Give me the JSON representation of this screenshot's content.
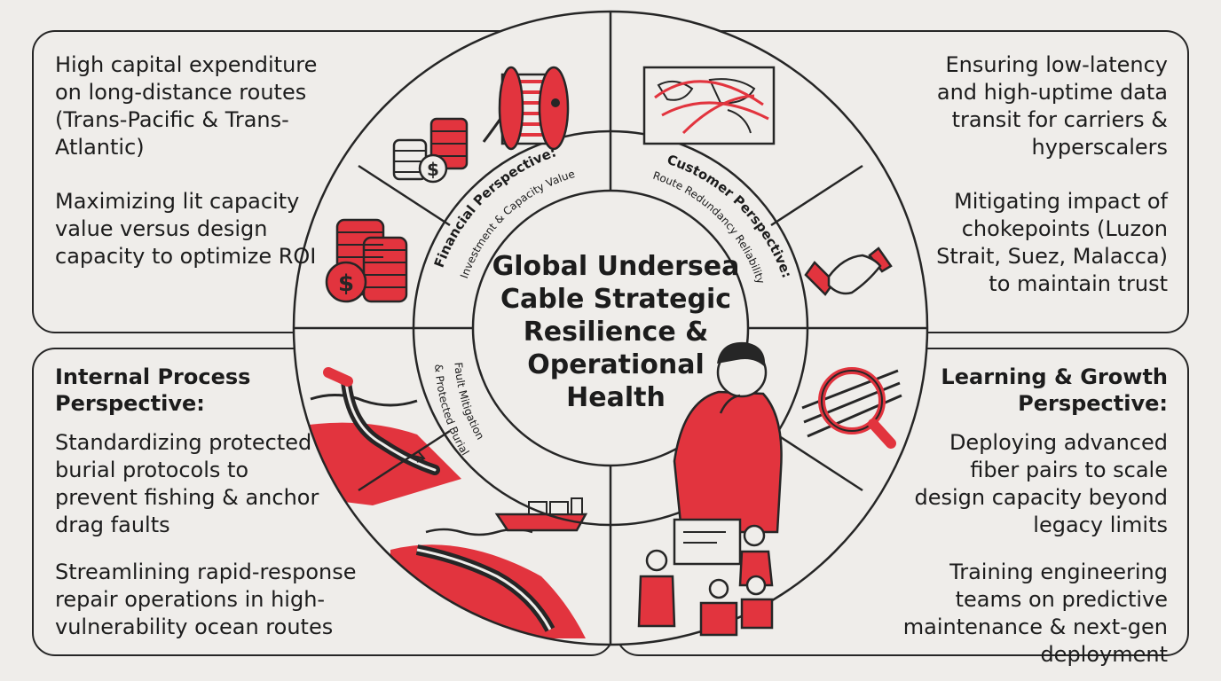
{
  "center_title": "Global Undersea Cable Strategic Resilience & Operational Health",
  "financial": {
    "title": "Financial Perspective:",
    "subtitle": "Investment & Capacity Value",
    "points": [
      "High capital expenditure on long-distance routes (Trans-Pacific & Trans-Atlantic)",
      "Maximizing lit capacity value versus design capacity to optimize ROI"
    ]
  },
  "customer": {
    "title": "Customer Perspective:",
    "subtitle": "Route Redundancy Reliability",
    "points": [
      "Ensuring low-latency and high-uptime data transit for carriers & hyperscalers",
      "Mitigating impact of chokepoints (Luzon Strait, Suez, Malacca) to maintain trust"
    ]
  },
  "internal": {
    "title": "Internal Process Perspective:",
    "subtitle": "Fault Mitigation & Protected Burial",
    "points": [
      "Standardizing protected burial protocols to prevent fishing & anchor drag faults",
      "Streamlining rapid-response repair operations in high-vulnerability ocean routes"
    ]
  },
  "learning": {
    "title": "Learning & Growth Perspective:",
    "points": [
      "Deploying advanced fiber pairs to scale design capacity beyond legacy limits",
      "Training engineering teams on predictive maintenance & next-gen deployment"
    ]
  },
  "colors": {
    "accent": "#e2343e",
    "ink": "#262626",
    "background": "#efedea"
  },
  "icons": [
    "cable-reel-icon",
    "coin-stack-icon",
    "dollar-coins-icon",
    "world-map-icon",
    "handshake-icon",
    "cable-burial-icon",
    "repair-ship-icon",
    "thinking-person-icon",
    "fiber-magnifier-icon",
    "training-team-icon"
  ]
}
